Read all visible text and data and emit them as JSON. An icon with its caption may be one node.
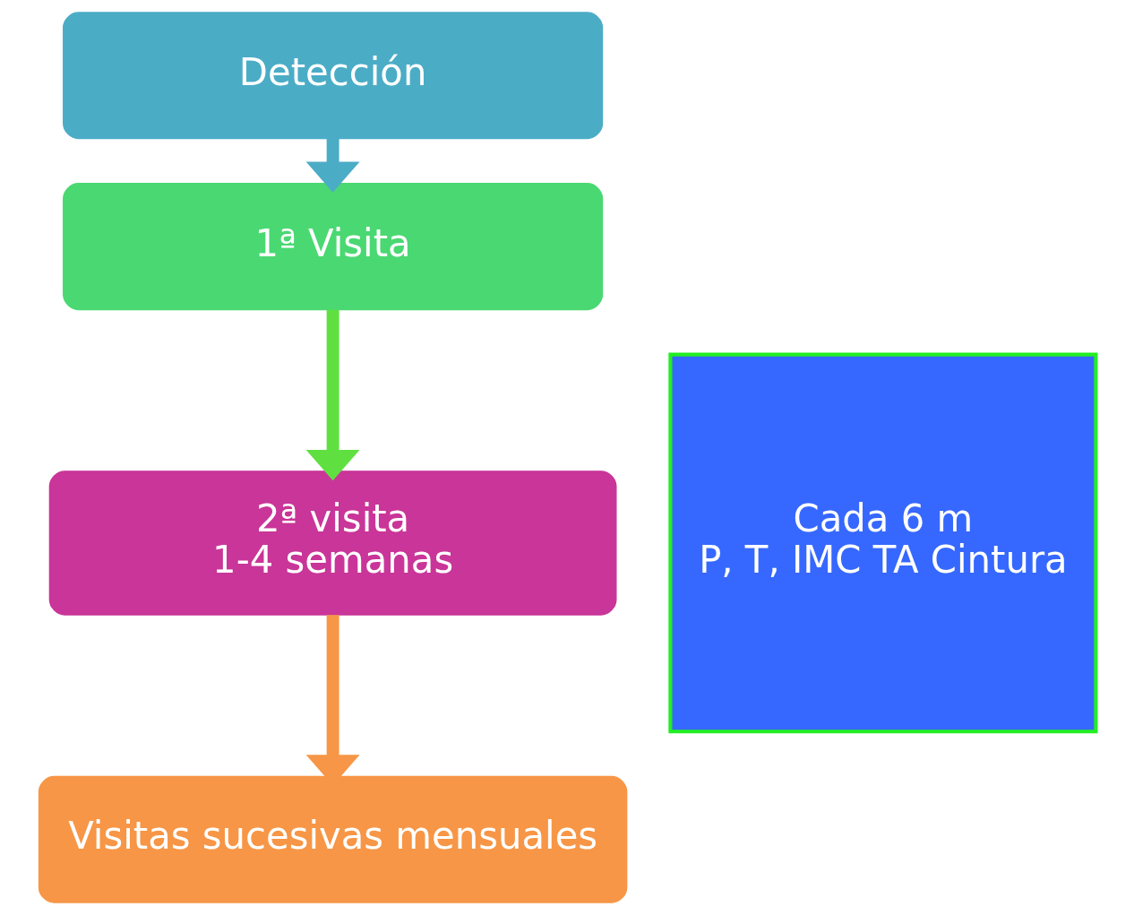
{
  "diagram": {
    "nodes": [
      {
        "text": [
          "Detección"
        ]
      },
      {
        "text": [
          "1ª Visita"
        ]
      },
      {
        "text": [
          "2ª visita",
          "1-4 semanas"
        ]
      },
      {
        "text": [
          "Visitas sucesivas mensuales"
        ]
      },
      {
        "text": [
          "Cada 6 m",
          "P, T, IMC TA Cintura"
        ]
      }
    ],
    "edges": [
      {
        "from": 0,
        "to": 1,
        "arrow": "to",
        "color": "#4bacc6"
      },
      {
        "from": 1,
        "to": 2,
        "arrow": "to",
        "color": "#5fe040"
      },
      {
        "from": 2,
        "to": 3,
        "arrow": "to",
        "color": "#f79646"
      }
    ]
  }
}
